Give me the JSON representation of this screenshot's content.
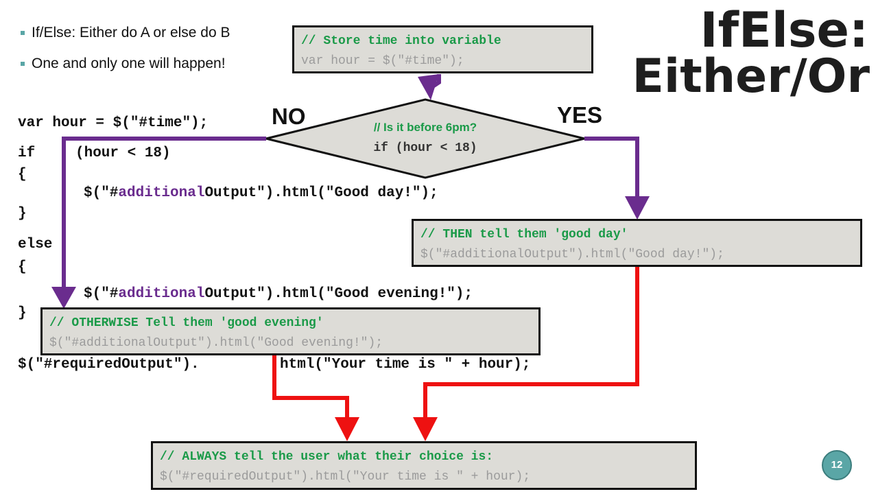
{
  "title": {
    "line1": "IfElse:",
    "line2": "Either/Or"
  },
  "bullets": [
    "If/Else: Either do A or else do B",
    "One and only one will happen!"
  ],
  "code": {
    "line1": "var hour = $(\"#time\");",
    "if_kw": "if",
    "if_cond": "(hour < 18)",
    "open1": "{",
    "stmt1_pre": "$(\"#",
    "stmt1_mid": "additional",
    "stmt1_post": "Output\").html(\"Good day!\");",
    "close1": "}",
    "else_kw": "else",
    "open2": "{",
    "stmt2_pre": "$(\"#",
    "stmt2_mid": "additional",
    "stmt2_post": "Output\").html(\"Good evening!\");",
    "close2": "}",
    "last_a": "$(\"#requiredOutput\").",
    "last_b": "html(\"Your time is \" + hour);"
  },
  "boxes": {
    "store": {
      "comment": "// Store time into variable",
      "code": "var hour = $(\"#time\");"
    },
    "then": {
      "comment": "// THEN tell them 'good day'",
      "code": "$(\"#additionalOutput\").html(\"Good day!\");"
    },
    "otherwise": {
      "comment": "// OTHERWISE Tell them 'good evening'",
      "code": "$(\"#additionalOutput\").html(\"Good evening!\");"
    },
    "always": {
      "comment": "// ALWAYS tell the user what their choice is:",
      "code": "$(\"#requiredOutput\").html(\"Your time is \" + hour);"
    }
  },
  "decision": {
    "comment": "// Is it before 6pm?",
    "code": "if (hour < 18)"
  },
  "labels": {
    "no": "NO",
    "yes": "YES"
  },
  "page_number": "12",
  "colors": {
    "accent": "#5aa6a6",
    "branch_arrow": "#6a2c8e",
    "merge_arrow": "#ee1111",
    "comment_green": "#1a9a48",
    "box_bg": "#dddcd7"
  }
}
